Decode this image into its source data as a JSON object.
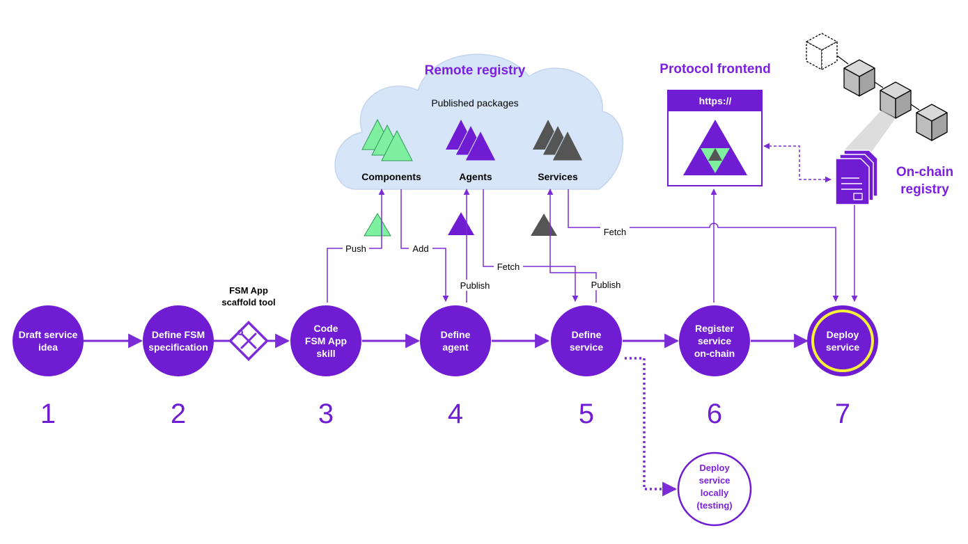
{
  "colors": {
    "primary": "#6f1cd2",
    "edge": "#7b2cd6",
    "green": "#7ef0a0",
    "gray": "#555555",
    "cloud": "#d6e6f8",
    "highlight": "#f7f13a"
  },
  "steps": [
    {
      "lines": [
        "Draft service",
        "idea"
      ],
      "number": "1"
    },
    {
      "lines": [
        "Define FSM",
        "specification"
      ],
      "number": "2"
    },
    {
      "lines": [
        "Code",
        "FSM App",
        "skill"
      ],
      "number": "3"
    },
    {
      "lines": [
        "Define",
        "agent"
      ],
      "number": "4"
    },
    {
      "lines": [
        "Define",
        "service"
      ],
      "number": "5"
    },
    {
      "lines": [
        "Register",
        "service",
        "on-chain"
      ],
      "number": "6"
    },
    {
      "lines": [
        "Deploy",
        "service"
      ],
      "number": "7"
    }
  ],
  "scaffold_tool": {
    "lines": [
      "FSM App",
      "scaffold tool"
    ],
    "icon": "wrench-screwdriver-icon"
  },
  "remote_registry": {
    "title": "Remote registry",
    "subtitle": "Published packages",
    "packages": [
      "Components",
      "Agents",
      "Services"
    ]
  },
  "protocol_frontend": {
    "title": "Protocol frontend",
    "url": "https://"
  },
  "onchain_registry": {
    "lines": [
      "On-chain",
      "registry"
    ],
    "icon": "document-stack-icon"
  },
  "edge_labels": {
    "push": "Push",
    "add": "Add",
    "fetch_agent": "Fetch",
    "publish_agent": "Publish",
    "publish_service": "Publish",
    "fetch_service": "Fetch"
  },
  "local_deploy": {
    "lines": [
      "Deploy",
      "service",
      "locally",
      "(testing)"
    ]
  }
}
